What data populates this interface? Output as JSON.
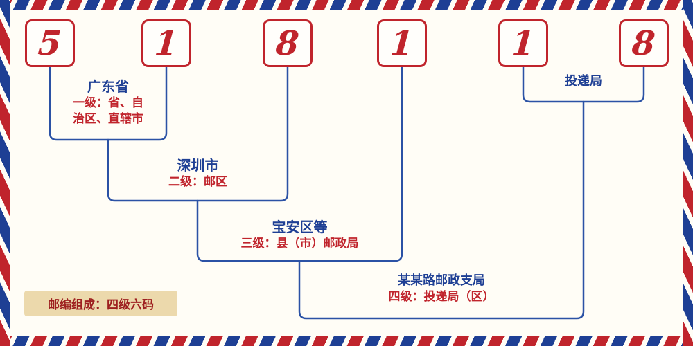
{
  "colors": {
    "red": "#c0242c",
    "blue": "#1e3f94",
    "line": "#2b52a5",
    "badge_bg": "#ecd9ac",
    "badge_text": "#9e2020",
    "bg": "#fffdf6"
  },
  "postal_code": {
    "value": "518118",
    "digits": [
      "5",
      "1",
      "8",
      "1",
      "1",
      "8"
    ]
  },
  "levels": [
    {
      "heading": "广东省",
      "desc_lines": [
        "一级：省、自",
        "治区、直辖市"
      ]
    },
    {
      "heading": "深圳市",
      "desc_lines": [
        "二级：邮区"
      ]
    },
    {
      "heading": "宝安区等",
      "desc_lines": [
        "三级：县（市）邮政局"
      ]
    },
    {
      "heading": "某某路邮政支局",
      "desc_lines": [
        "四级：投递局（区）"
      ]
    },
    {
      "heading": "投递局",
      "desc_lines": []
    }
  ],
  "badge": {
    "text": "邮编组成：四级六码"
  }
}
